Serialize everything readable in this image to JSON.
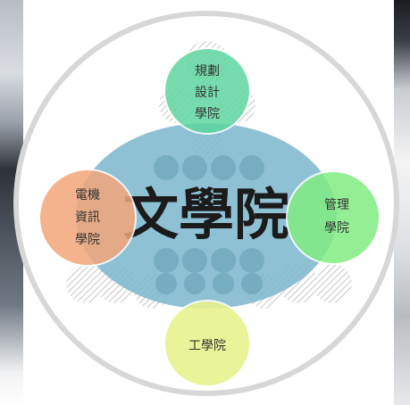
{
  "center": {
    "label": "文學院",
    "color": "#7ab6cc"
  },
  "nodes": [
    {
      "id": "planning",
      "lines": [
        "規劃",
        "設計",
        "學院"
      ],
      "color": "#5fd7a1"
    },
    {
      "id": "eecs",
      "lines": [
        "電機",
        "資訊",
        "學院"
      ],
      "color": "#f3a67a"
    },
    {
      "id": "management",
      "lines": [
        "管理",
        "學院"
      ],
      "color": "#82ec82"
    },
    {
      "id": "engineering",
      "lines": [
        "工學院"
      ],
      "color": "#e7f28c"
    }
  ],
  "colors": {
    "ring": "#d7d7d7",
    "hatch": "#c6c6c6",
    "dots": "#4f8aa0"
  }
}
